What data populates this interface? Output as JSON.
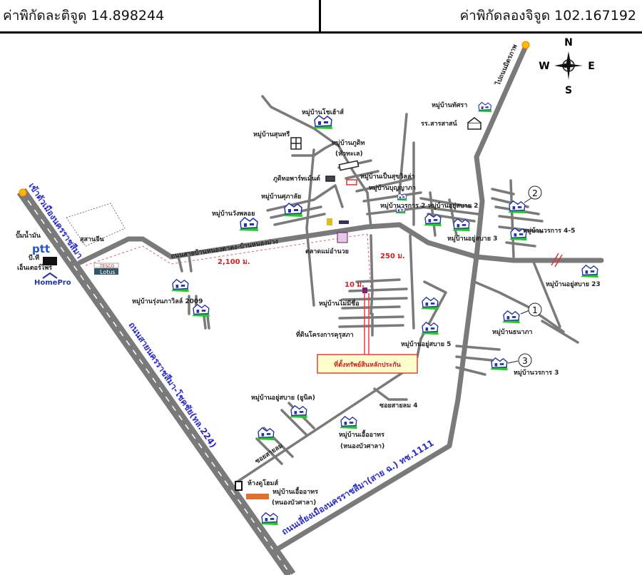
{
  "header": {
    "latitude_label": "ค่าพิกัดละติจูด 14.898244",
    "longitude_label": "ค่าพิกัดลองจิจูด 102.167192"
  },
  "compass": {
    "n": "N",
    "s": "S",
    "e": "E",
    "w": "W"
  },
  "roads": {
    "main_road": "ถนนสายบ้านหนองตาคง-บ้านหนองม่วง",
    "highway_224": "ถนนสายนครราชสีมา-โชคชัย(ทล.224)",
    "to_city": "เข้าตัวเมืองนครราชสีมา",
    "bypass": "ถนนเลี่ยงเมืองนครราชสีมา(สาย ฉ.) ทช.1111",
    "to_mittraphap": "ไปถนนมิตรภาพ",
    "soi_sailom": "ซอยสายลม",
    "soi_sailom_4": "ซอยสายลม 4"
  },
  "distances": {
    "d1": "2,100 ม.",
    "d2": "250 ม.",
    "d3": "10 ม."
  },
  "callout": "ที่ตั้งทรัพย์สินหลักประกัน",
  "labels": [
    "หมู่บ้านโชเฮ้าส์",
    "หมู่บ้านสุนทรี",
    "หมู่บ้านภูดิท",
    "(หัวทะเล)",
    "ภูดิทอพาร์ทเม้นต์",
    "หมู่บ้านเป็นสุขวิลล่า",
    "หมู่บ้านบุญญาภา",
    "หมู่บ้านศุภาลัย",
    "หมู่บ้านวังพลอย",
    "หมู่บ้านวรการ 2",
    "หมู่บ้านอยู่สบาย 2",
    "หมู่บ้านอยู่สบาย 3",
    "หมู่บ้านวรการ 4-5",
    "หมู่บ้านอยู่สบาย 23",
    "หมู่บ้านทัศรา",
    "รร.สารสาสน์",
    "ตลาดแม่อำนวย",
    "หมู่บ้านไม่มีชื่อ",
    "ที่ดินโครงการคุรุสภา",
    "หมู่บ้านอยู่สบาย 5",
    "หมู่บ้านธนาภา",
    "หมู่บ้านวรการ 3",
    "หมู่บ้านรุ่งนภาวิลล์ 2009",
    "สุสานจีน",
    "ปั๊มน้ำมัน",
    "บี.ที",
    "เอ็นเตอร์ไพร์",
    "หมู่บ้านอยู่สบาย (ยูนิค)",
    "หมู่บ้านเอื้ออาทร",
    "(หนองบัวศาลา)",
    "ห้างดูโฮมส์",
    "หมู่บ้านเอื้ออาทร",
    "(หนองบัวศาลา)"
  ],
  "logos": {
    "ptt": "ptt",
    "homepro": "HomePro",
    "tesco": "TESCO",
    "lotus": "Lotus"
  },
  "markers": [
    "1",
    "2",
    "3"
  ],
  "colors": {
    "road": "#7a7a7a",
    "distance": "#d02020",
    "road_name": "#2a2acf",
    "callout_bg": "#ffffcc",
    "village_green": "#22cc22"
  }
}
